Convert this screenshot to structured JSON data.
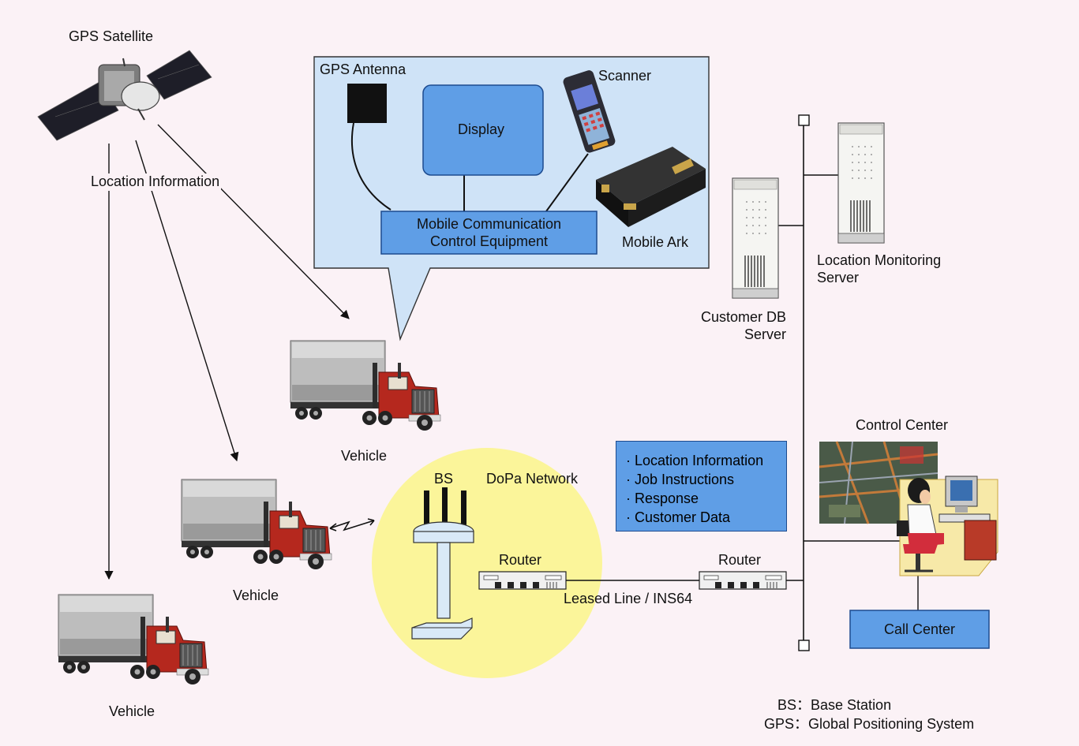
{
  "gps_satellite": "GPS Satellite",
  "location_information": "Location Information",
  "in_vehicle": {
    "gps_antenna": "GPS Antenna",
    "display": "Display",
    "scanner": "Scanner",
    "mobile_comm": "Mobile Communication\nControl Equipment",
    "mobile_ark": "Mobile Ark"
  },
  "vehicles": [
    "Vehicle",
    "Vehicle",
    "Vehicle"
  ],
  "network": {
    "bs": "BS",
    "dopa": "DoPa Network",
    "router_left": "Router",
    "router_right": "Router",
    "leased_line": "Leased Line / INS64"
  },
  "info_items": [
    "Location Information",
    "Job Instructions",
    "Response",
    "Customer Data"
  ],
  "servers": {
    "customer_db": "Customer DB\nServer",
    "location_monitoring": "Location Monitoring\nServer"
  },
  "control_center": "Control Center",
  "call_center": "Call Center",
  "legend": [
    {
      "abbr": "BS",
      "sep": "：",
      "desc": "Base Station"
    },
    {
      "abbr": "GPS",
      "sep": "：",
      "desc": "Global Positioning System"
    }
  ],
  "colors": {
    "background": "#fbf2f6",
    "box_blue": "#5f9ee6",
    "callout_blue": "#cfe3f7",
    "network_yellow": "#fbf59a",
    "truck_red": "#b5281e"
  }
}
